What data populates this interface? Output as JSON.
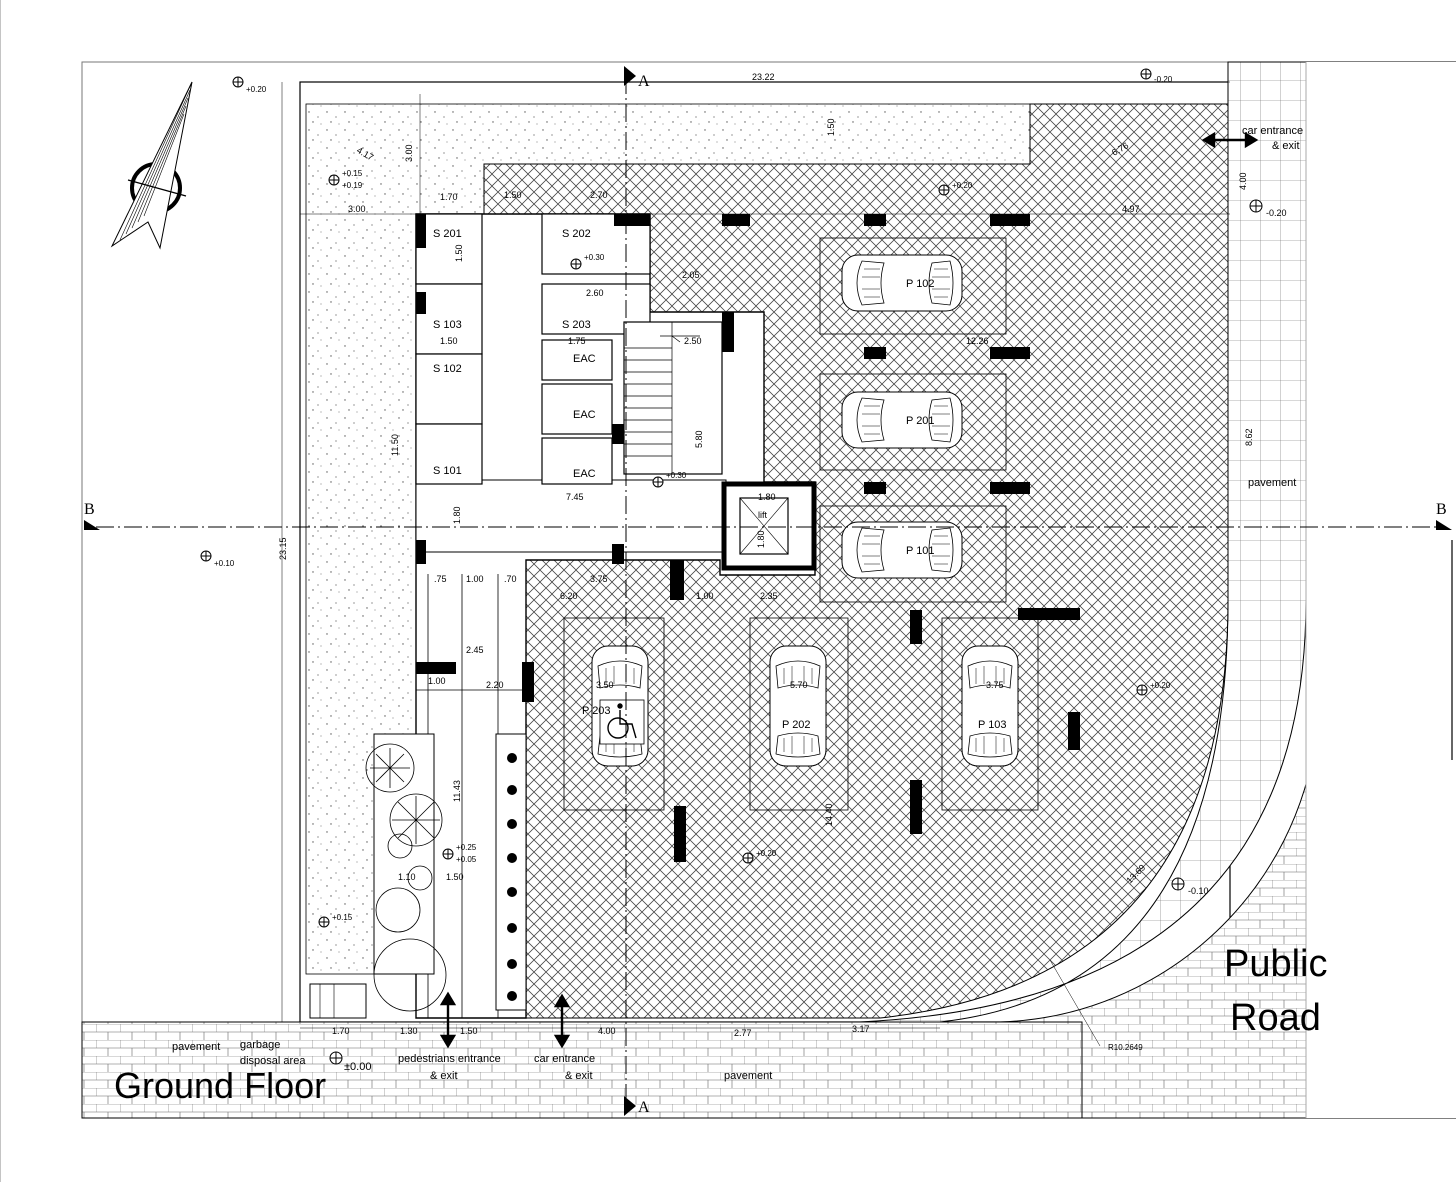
{
  "title": "Ground Floor",
  "road_label_1": "Public",
  "road_label_2": "Road",
  "section_a": "A",
  "section_b": "B",
  "storage": [
    "S 201",
    "S 202",
    "S 103",
    "S 203",
    "S 102",
    "S 101"
  ],
  "eac": [
    "EAC",
    "EAC",
    "EAC"
  ],
  "lift": "lift",
  "parking": [
    "P 102",
    "P 201",
    "P 101",
    "P 203",
    "P 202",
    "P 103"
  ],
  "labels": {
    "car_entrance_top_1": "car entrance",
    "car_entrance_top_2": "& exit",
    "pavement_right": "pavement",
    "pavement_bottom_left": "pavement",
    "garbage_1": "garbage",
    "garbage_2": "disposal area",
    "ped_1": "pedestrians entrance",
    "ped_2": "& exit",
    "car_entrance_bottom_1": "car entrance",
    "car_entrance_bottom_2": "& exit",
    "pavement_bottom_mid": "pavement",
    "radius": "R10.2649"
  },
  "levels": {
    "l1": "+0.20",
    "l2": "-0.20",
    "l3": "+0.15",
    "l4": "+0.19",
    "l5": "+0.20",
    "l6": "-0.20",
    "l7": "+0.30",
    "l8": "+0.30",
    "l9": "+0.10",
    "l10": "+0.20",
    "l11": "+0.25",
    "l12": "+0.05",
    "l13": "+0.20",
    "l14": "+0.15",
    "l15": "±0.00",
    "l16": "-0.10"
  },
  "dims": {
    "d1": "23.22",
    "d2": "23.15",
    "d3": "3.00",
    "d4": "1.70",
    "d5": "3.00",
    "d6": "1.50",
    "d7": "2.70",
    "d8": "1.50",
    "d9": "2.60",
    "d10": "2.05",
    "d11": "1.50",
    "d12": "1.75",
    "d13": "2.50",
    "d14": "7.45",
    "d15": "5.80",
    "d16": "1.80",
    "d17": "1.80",
    "d18": "1.80",
    "d19": "3.75",
    "d20": "6.20",
    "d21": "1.00",
    "d22": "2.35",
    "d23": "2.45",
    "d24": "2.20",
    "d25": "1.00",
    "d26": "11.43",
    "d27": "3.50",
    "d28": "5.70",
    "d29": "3.75",
    "d30": "12.26",
    "d31": "4.97",
    "d32": "8.62",
    "d33": "1.70",
    "d34": "1.30",
    "d35": "1.50",
    "d36": "4.00",
    "d37": "2.77",
    "d38": "3.17",
    "d39": "11.50",
    "d40": "1.50",
    "d41": "4.00",
    "d42": ".75",
    "d43": "1.00",
    "d44": ".70",
    "d45": "1.50",
    "d46": "1.10",
    "d47": "14.40",
    "d48": "13.69",
    "d49": "6.76",
    "d50": "4.17"
  }
}
